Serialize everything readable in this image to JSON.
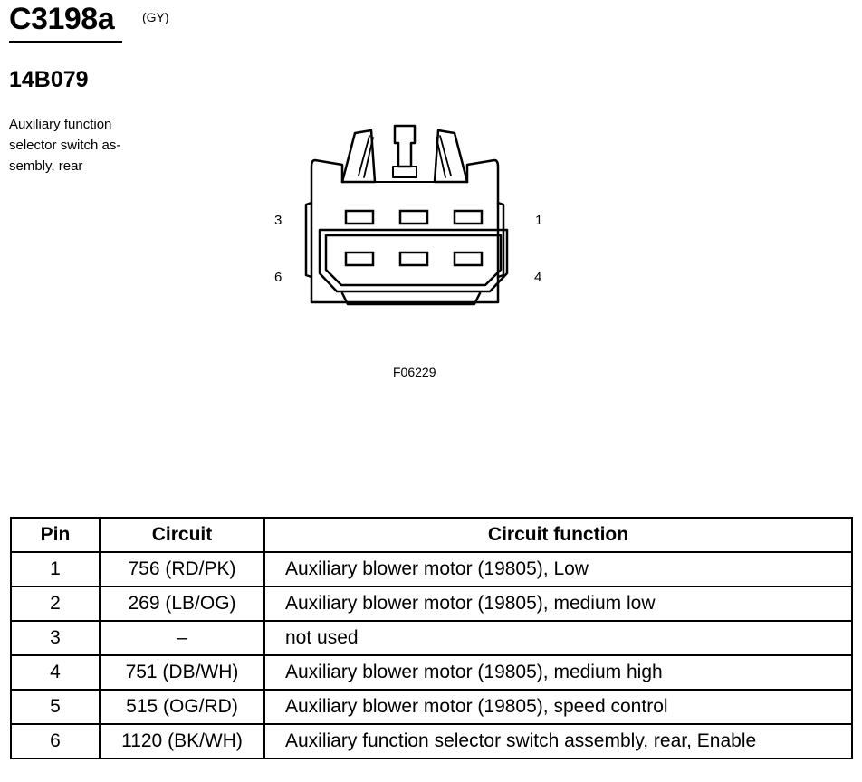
{
  "connector": {
    "id": "C3198a",
    "color_code": "(GY)",
    "part_number": "14B079",
    "description_lines": [
      "Auxiliary function",
      "selector switch as-",
      "sembly, rear"
    ],
    "figure_code": "F06229"
  },
  "pin_labels": {
    "top_left": "3",
    "top_right": "1",
    "bottom_left": "6",
    "bottom_right": "4"
  },
  "table": {
    "headers": {
      "pin": "Pin",
      "circuit": "Circuit",
      "function": "Circuit function"
    },
    "rows": [
      {
        "pin": "1",
        "circuit": "756 (RD/PK)",
        "function": "Auxiliary blower motor (19805), Low"
      },
      {
        "pin": "2",
        "circuit": "269 (LB/OG)",
        "function": "Auxiliary blower motor (19805), medium low"
      },
      {
        "pin": "3",
        "circuit": "–",
        "function": "not used"
      },
      {
        "pin": "4",
        "circuit": "751 (DB/WH)",
        "function": "Auxiliary blower motor (19805), medium high"
      },
      {
        "pin": "5",
        "circuit": "515 (OG/RD)",
        "function": "Auxiliary blower motor (19805), speed control"
      },
      {
        "pin": "6",
        "circuit": "1120 (BK/WH)",
        "function": "Auxiliary function selector switch assembly, rear, Enable"
      }
    ]
  }
}
